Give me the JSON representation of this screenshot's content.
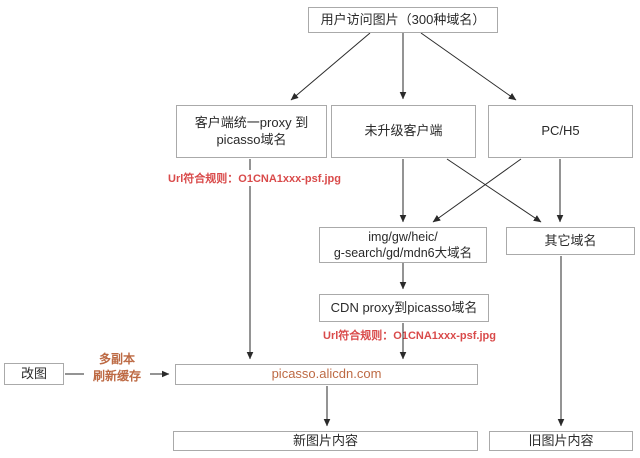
{
  "diagram": {
    "nodes": {
      "user_access": {
        "label": "用户访问图片（300种域名）"
      },
      "client_proxy": {
        "line1": "客户端统一proxy 到",
        "line2": "picasso域名"
      },
      "legacy_client": {
        "label": "未升级客户端"
      },
      "pc_h5": {
        "label": "PC/H5"
      },
      "big_domains": {
        "line1": "img/gw/heic/",
        "line2": "g-search/gd/mdn6大域名"
      },
      "other_domains": {
        "label": "其它域名"
      },
      "cdn_proxy": {
        "label": "CDN proxy到picasso域名"
      },
      "picasso": {
        "label": "picasso.alicdn.com"
      },
      "change_image": {
        "label": "改图"
      },
      "new_content": {
        "label": "新图片内容"
      },
      "old_content": {
        "label": "旧图片内容"
      }
    },
    "annotations": {
      "url_rule_top": "Url符合规则：O1CNA1xxx-psf.jpg",
      "url_rule_bottom": "Url符合规则：O1CNA1xxx-psf.jpg",
      "refresh_line1": "多副本",
      "refresh_line2": "刷新缓存"
    },
    "colors": {
      "red_annotation": "#d94a4a",
      "orange_text": "#bd6a44",
      "box_border": "#aaaaaa",
      "box_text": "#2a2a2a",
      "arrow": "#2a2a2a",
      "background": "#ffffff"
    },
    "edges": [
      {
        "from": "user_access",
        "to": "client_proxy"
      },
      {
        "from": "user_access",
        "to": "legacy_client"
      },
      {
        "from": "user_access",
        "to": "pc_h5"
      },
      {
        "from": "client_proxy",
        "to": "picasso"
      },
      {
        "from": "legacy_client",
        "to": "big_domains"
      },
      {
        "from": "legacy_client",
        "to": "other_domains"
      },
      {
        "from": "pc_h5",
        "to": "big_domains"
      },
      {
        "from": "pc_h5",
        "to": "other_domains"
      },
      {
        "from": "big_domains",
        "to": "cdn_proxy"
      },
      {
        "from": "cdn_proxy",
        "to": "picasso"
      },
      {
        "from": "other_domains",
        "to": "old_content"
      },
      {
        "from": "picasso",
        "to": "new_content"
      },
      {
        "from": "change_image",
        "to": "picasso"
      }
    ]
  }
}
